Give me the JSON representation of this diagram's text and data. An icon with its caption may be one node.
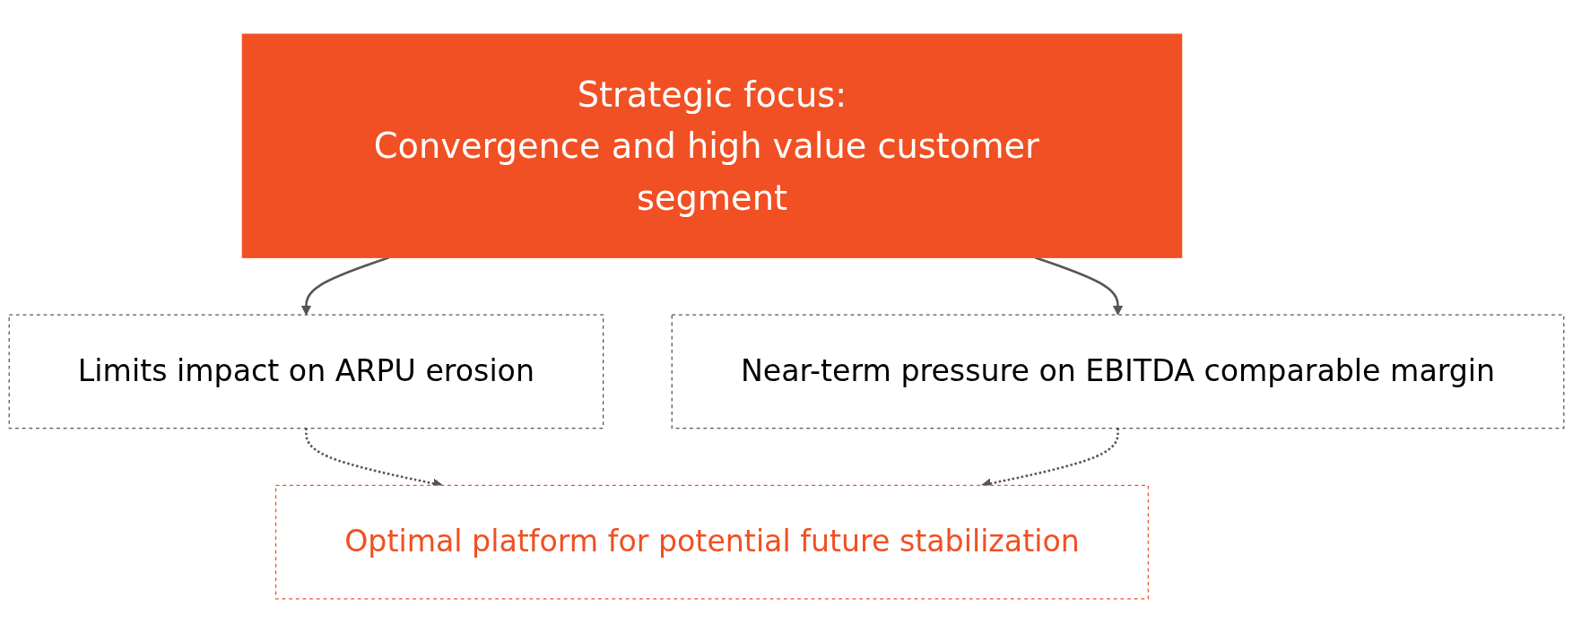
{
  "diagram": {
    "nodes": [
      {
        "text": [
          "Strategic focus:",
          "Convergence and high value customer segment"
        ]
      },
      {
        "text": [
          "Limits impact on ARPU erosion"
        ]
      },
      {
        "text": [
          "Near-term pressure on EBITDA comparable margin"
        ]
      },
      {
        "text": [
          "Optimal platform for potential future stabilization"
        ]
      }
    ],
    "edges": [
      {
        "from": 0,
        "to": 1,
        "arrow": "to"
      },
      {
        "from": 0,
        "to": 2,
        "arrow": "to"
      },
      {
        "from": 1,
        "to": 3,
        "arrow": "to",
        "style": "dashed"
      },
      {
        "from": 2,
        "to": 3,
        "arrow": "to",
        "style": "dashed"
      }
    ]
  }
}
